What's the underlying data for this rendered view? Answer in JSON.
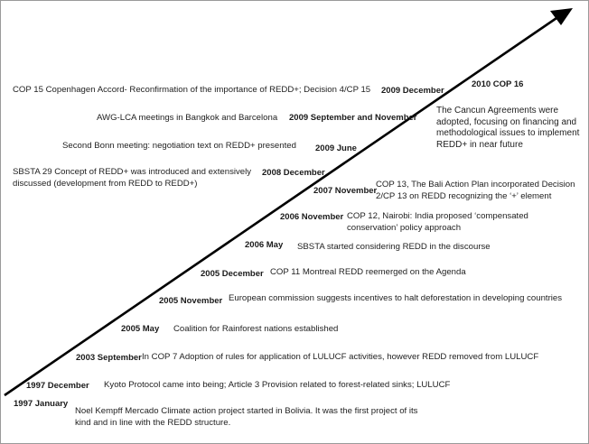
{
  "arrow_color": "#000000",
  "events": [
    {
      "date": "1997 January",
      "text": "Noel Kempff Mercado Climate action project started in Bolivia. It was the first project of its kind and in line with the REDD structure."
    },
    {
      "date": "1997 December",
      "text": "Kyoto Protocol  came into being; Article 3 Provision related to forest-related sinks; LULUCF"
    },
    {
      "date": "2003 September",
      "text": "In COP 7 Adoption of rules for application of LULUCF activities, however REDD removed from LULUCF"
    },
    {
      "date": "2005 May",
      "text": "Coalition for Rainforest nations established"
    },
    {
      "date": "2005 November",
      "text": "European commission suggests incentives to halt deforestation in developing countries"
    },
    {
      "date": "2005 December",
      "text": "COP 11 Montreal  REDD reemerged on the Agenda"
    },
    {
      "date": "2006 May",
      "text": "SBSTA started considering REDD in the discourse"
    },
    {
      "date": "2006 November",
      "text": "COP 12, Nairobi: India  proposed ‘compensated conservation’ policy approach"
    },
    {
      "date": "2007 November",
      "text": "COP 13, The Bali Action Plan incorporated Decision 2/CP 13 on REDD recognizing the ‘+’ element"
    },
    {
      "date": "2008 December",
      "text": "SBSTA 29 Concept of REDD+ was introduced and extensively discussed (development from REDD to REDD+)"
    },
    {
      "date": "2009 June",
      "text": "Second Bonn meeting: negotiation text on REDD+ presented"
    },
    {
      "date": "2009 September and November",
      "text": "AWG-LCA meetings in Bangkok and Barcelona"
    },
    {
      "date": "2009 December",
      "text": "COP 15 Copenhagen Accord-  Reconfirmation of the importance of REDD+; Decision 4/CP 15"
    },
    {
      "date": "2010 COP 16",
      "text": "The Cancun Agreements were adopted, focusing on financing and methodological issues to implement REDD+ in near future"
    }
  ]
}
